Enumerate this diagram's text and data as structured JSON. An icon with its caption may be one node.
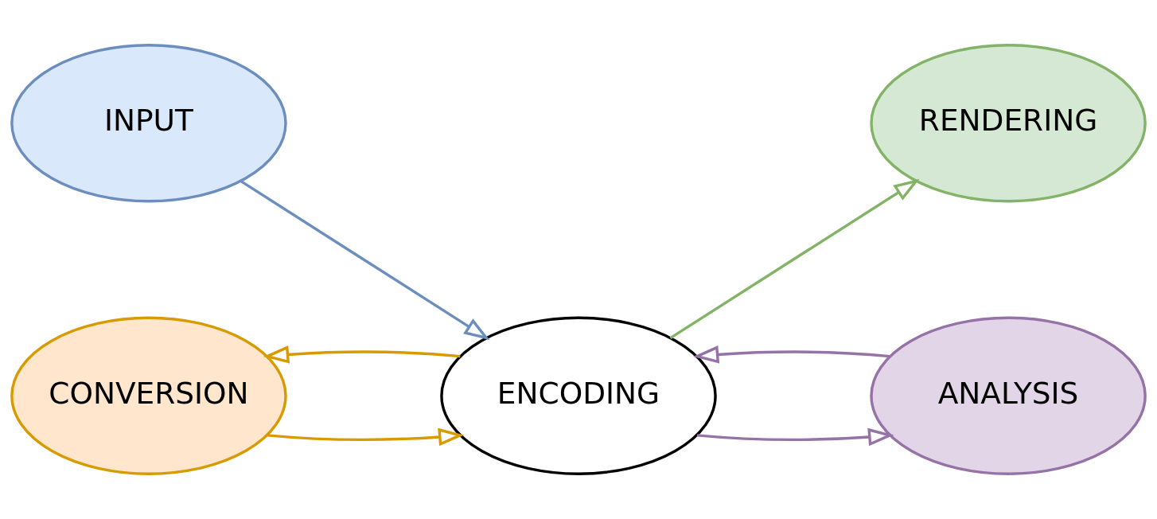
{
  "diagram": {
    "nodes": [
      {
        "text": [
          "INPUT"
        ]
      },
      {
        "text": [
          "RENDERING"
        ]
      },
      {
        "text": [
          "ENCODING"
        ]
      },
      {
        "text": [
          "CONVERSION"
        ]
      },
      {
        "text": [
          "ANALYSIS"
        ]
      }
    ],
    "edges": [
      {
        "from": 0,
        "to": 2,
        "arrow": "to",
        "color": "#6c8ebf"
      },
      {
        "from": 2,
        "to": 1,
        "arrow": "to",
        "color": "#82b366"
      },
      {
        "from": 3,
        "to": 2,
        "arrow": "to",
        "color": "#d79b00"
      },
      {
        "from": 2,
        "to": 3,
        "arrow": "to",
        "color": "#d79b00"
      },
      {
        "from": 2,
        "to": 4,
        "arrow": "to",
        "color": "#9673a6"
      },
      {
        "from": 4,
        "to": 2,
        "arrow": "to",
        "color": "#9673a6"
      }
    ]
  }
}
